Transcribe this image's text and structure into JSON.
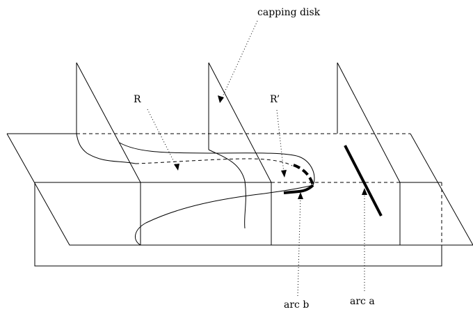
{
  "labels": {
    "capping_disk": "capping disk",
    "R": "R",
    "R_prime": "R’",
    "arc_b": "arc b",
    "arc_a": "arc a"
  }
}
